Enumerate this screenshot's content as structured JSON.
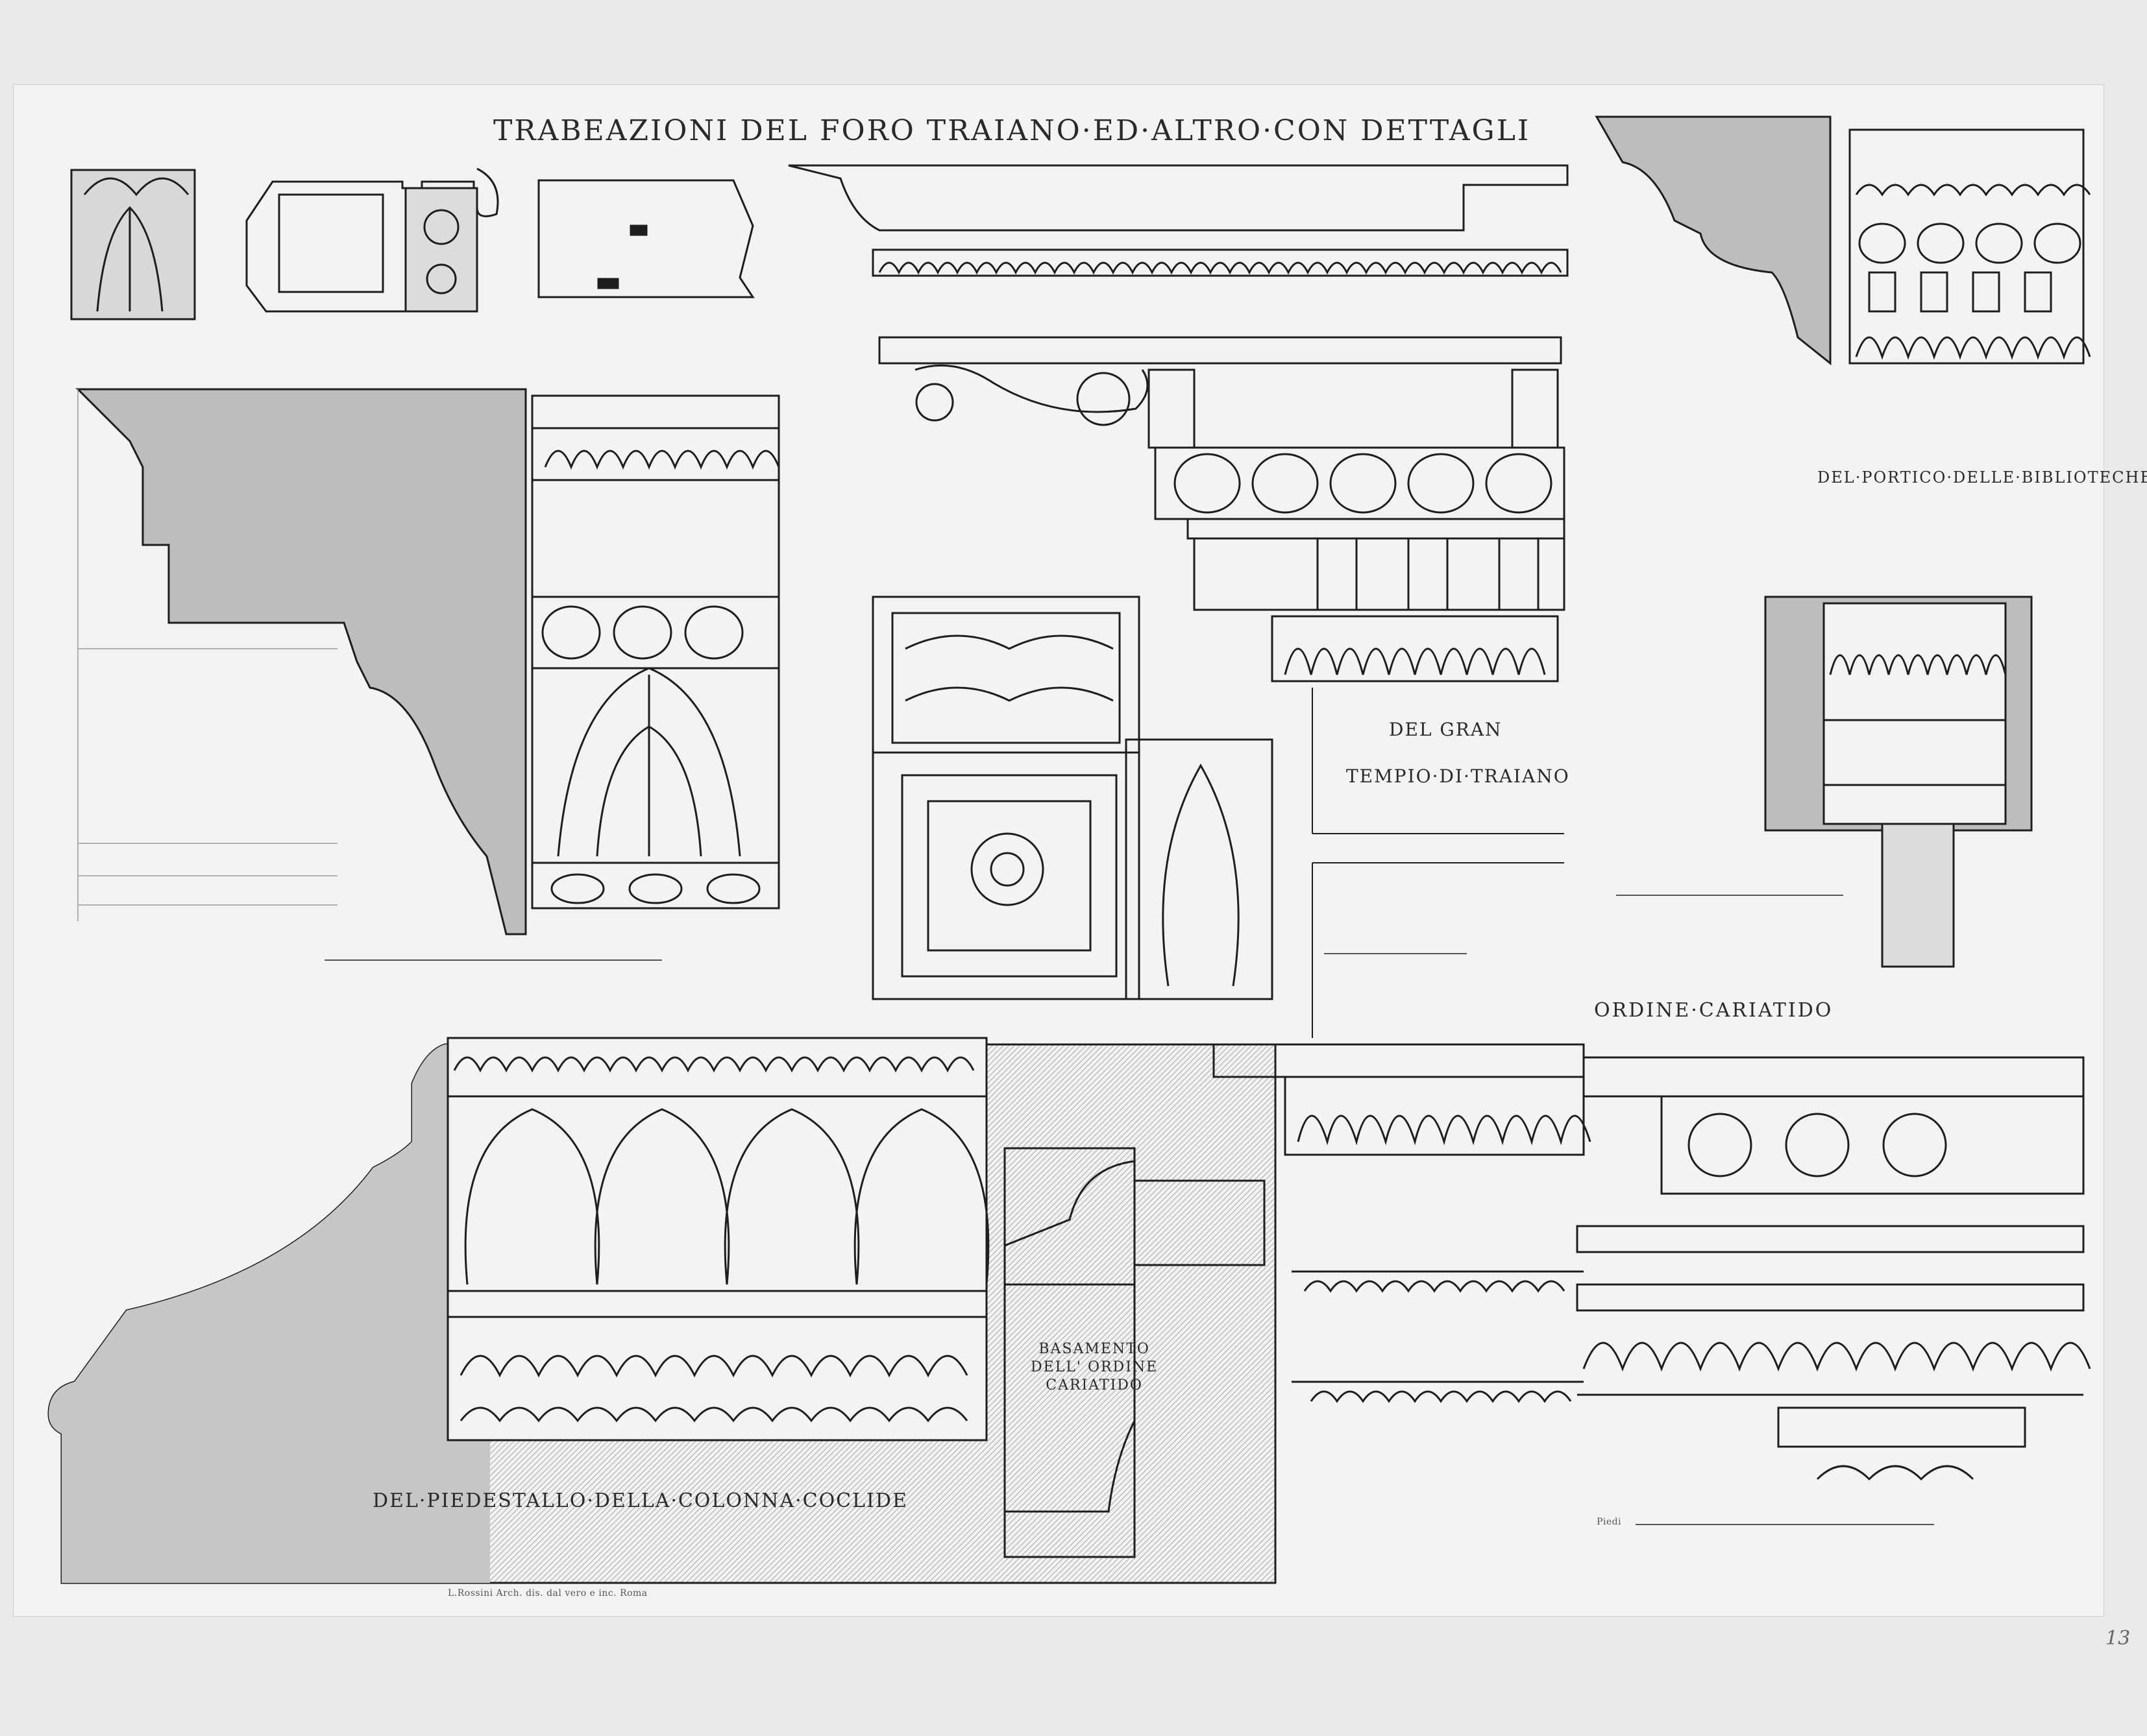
{
  "plate": {
    "title": "TRABEAZIONI DEL FORO TRAIANO·ED·ALTRO·CON DETTAGLI",
    "captions": {
      "portico": "DEL·PORTICO·DELLE·BIBLIOTECHE",
      "gran": "DEL GRAN",
      "tempio": "TEMPIO·DI·TRAIANO",
      "ordine": "ORDINE·CARIATIDO",
      "basamento_line1": "BASAMENTO",
      "basamento_line2": "DELL' ORDINE",
      "basamento_line3": "CARIATIDO",
      "piedestallo": "DEL·PIEDESTALLO·DELLA·COLONNA·COCLIDE"
    },
    "signature": "L.Rossini Arch. dis. dal vero e inc. Roma",
    "scale_label": "Piedi",
    "page_number": "13"
  },
  "colors": {
    "paper": "#f3f3f3",
    "ink": "#1e1e1e",
    "shade": "#b9b9b9"
  }
}
